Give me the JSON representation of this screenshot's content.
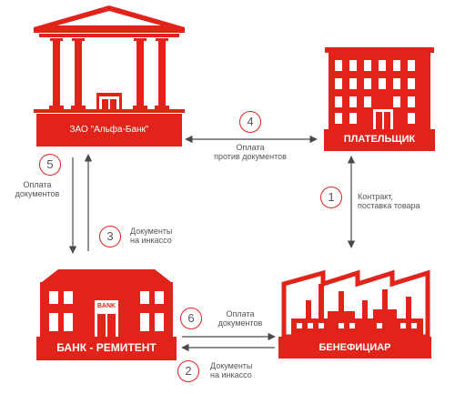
{
  "colors": {
    "brand_red": "#e2231a",
    "arrow": "#4a4a4a",
    "text": "#555555"
  },
  "entities": {
    "alfa_bank": "ЗАО \"Альфа-Банк\"",
    "payer": "ПЛАТЕЛЬЩИК",
    "remitting_bank": "БАНК - РЕМИТЕНТ",
    "remitting_bank_sign": "BANK",
    "beneficiary": "БЕНЕФИЦИАР"
  },
  "steps": [
    {
      "number": "1",
      "lines": [
        "Контракт,",
        "поставка товара"
      ]
    },
    {
      "number": "2",
      "lines": [
        "Документы",
        "на инкассо"
      ]
    },
    {
      "number": "3",
      "lines": [
        "Документы",
        "на инкассо"
      ]
    },
    {
      "number": "4",
      "lines": [
        "Оплата",
        "против документов"
      ]
    },
    {
      "number": "5",
      "lines": [
        "Оплата",
        "документов"
      ]
    },
    {
      "number": "6",
      "lines": [
        "Оплата",
        "документов"
      ]
    }
  ]
}
